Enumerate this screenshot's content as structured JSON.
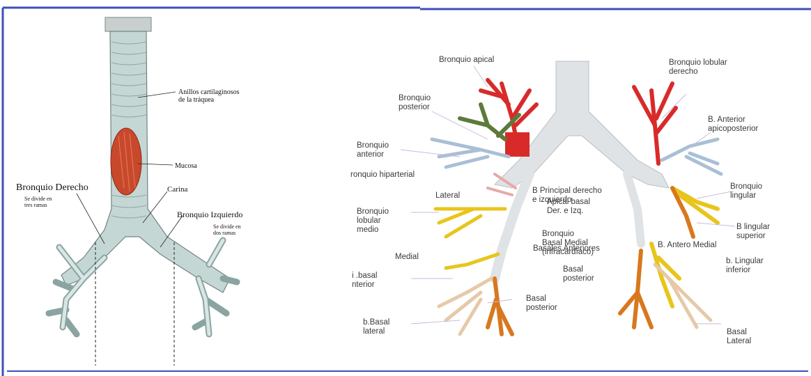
{
  "left_panel": {
    "anillos": "Anillos cartilaginosos\nde la tráquea",
    "mucosa": "Mucosa",
    "carina": "Carina",
    "bronquio_derecho": "Bronquio Derecho",
    "derecho_note": "Se divide en\ntres ramas",
    "bronquio_izquierdo": "Bronquio Izquierdo",
    "izquierdo_note": "Se divide en\ndos ramas"
  },
  "right_panel": {
    "labels": {
      "bronquio_apical": "Bronquio apical",
      "bronquio_posterior": "Bronquio\nposterior",
      "bronquio_anterior": "Bronquio\nanterior",
      "bronquio_hiparterial": "ronquio hiparterial",
      "lateral": "Lateral",
      "bronquio_lobular_medio": "Bronquio\nlobular\nmedio",
      "medial": "Medial",
      "basal_anterior": "i .basal\nnterior",
      "b_basal_lateral": "b.Basal\nlateral",
      "basal_posterior_left": "Basal\nposterior",
      "b_principal": "B Principal derecho\ne izquierdo",
      "apical_basal": "Apical basal\nDer. e Izq.",
      "bronquio_cardiaco": "Bronquio\nBasal Medial\n(infracardíaco)",
      "basales_anteriores": "Basales Anteriores",
      "basal_posterior_center": "Basal\nposterior",
      "bronquio_lobular_derecho": "Bronquio lobular\nderecho",
      "b_anterior_apicoposterior": "B. Anterior\napicoposterior",
      "bronquio_lingular": "Bronquio\nlingular",
      "b_lingular_superior": "B lingular\nsuperior",
      "b_antero_medial": "B. Antero Medial",
      "b_lingular_inferior": "b. Lingular\ninferior",
      "basal_lateral_right": "Basal\nLateral"
    },
    "colors": {
      "apical": "#d92a2a",
      "posterior": "#5d7a3a",
      "anterior": "#a9bfd6",
      "lingular": "#e8c51c",
      "basal": "#d8781e",
      "trachea": "#dfe3e6"
    }
  }
}
